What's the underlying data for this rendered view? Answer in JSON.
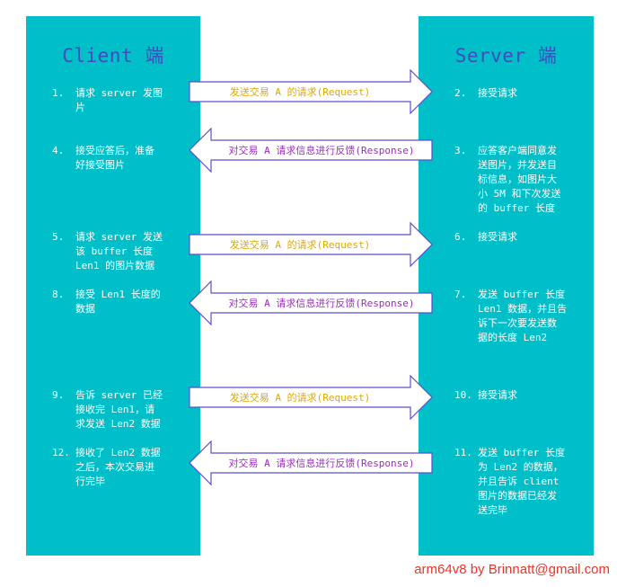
{
  "client": {
    "title": "Client 端",
    "steps": [
      {
        "num": "1.",
        "text": "请求 server 发图\n片"
      },
      {
        "num": "4.",
        "text": "接受应答后，准备\n好接受图片"
      },
      {
        "num": "5.",
        "text": "请求 server 发送\n该 buffer 长度\nLen1 的图片数据"
      },
      {
        "num": "8.",
        "text": "接受 Len1 长度的\n数据"
      },
      {
        "num": "9.",
        "text": "告诉 server 已经\n接收完 Len1，请\n求发送 Len2 数据"
      },
      {
        "num": "12.",
        "text": "接收了 Len2 数据\n之后，本次交易进\n行完毕"
      }
    ]
  },
  "server": {
    "title": "Server 端",
    "steps": [
      {
        "num": "2.",
        "text": "接受请求"
      },
      {
        "num": "3.",
        "text": "应答客户端同意发\n送图片，并发送目\n标信息，如图片大\n小 5M 和下次发送\n的 buffer 长度"
      },
      {
        "num": "6.",
        "text": "接受请求"
      },
      {
        "num": "7.",
        "text": "发送 buffer 长度\nLen1 数据，并且告\n诉下一次要发送数\n据的长度 Len2"
      },
      {
        "num": "10.",
        "text": "接受请求"
      },
      {
        "num": "11.",
        "text": "发送 buffer 长度\n为 Len2 的数据，\n并且告诉 client\n图片的数据已经发\n送完毕"
      }
    ]
  },
  "arrows": [
    {
      "label": "发送交易 A 的请求(Request)",
      "direction": "right"
    },
    {
      "label": "对交易 A 请求信息进行反馈(Response)",
      "direction": "left"
    },
    {
      "label": "发送交易 A 的请求(Request)",
      "direction": "right"
    },
    {
      "label": "对交易 A 请求信息进行反馈(Response)",
      "direction": "left"
    },
    {
      "label": "发送交易 A 的请求(Request)",
      "direction": "right"
    },
    {
      "label": "对交易 A 请求信息进行反馈(Response)",
      "direction": "left"
    }
  ],
  "footer": "arm64v8 by Brinnatt@gmail.com",
  "colors": {
    "column": "#00bfc9",
    "title": "#3f4cbf",
    "request_label": "#e0a800",
    "response_label": "#9b2dbf",
    "arrow_stroke": "#5b50c8",
    "footer": "#e8352a"
  }
}
